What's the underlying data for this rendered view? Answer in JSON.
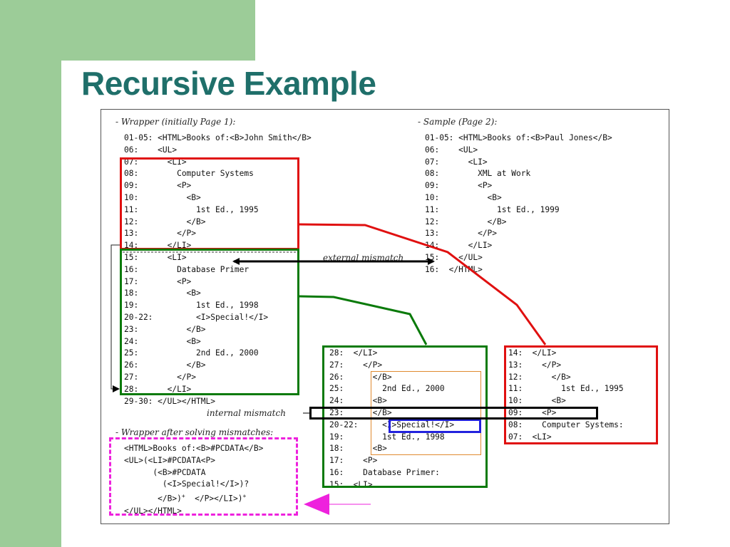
{
  "slide": {
    "title": "Recursive Example",
    "colors": {
      "accent_green": "#9ccc98",
      "title": "#1f6f6a",
      "red": "#e01010",
      "green": "#0a7a0a",
      "magenta": "#ee22dd",
      "blue": "#2222dd",
      "orange": "#e08a30"
    }
  },
  "figure": {
    "wrapper_caption": "- Wrapper (initially Page 1):",
    "sample_caption": "- Sample (Page 2):",
    "wrapper_lines": [
      "01-05: <HTML>Books of:<B>John Smith</B>",
      "06:    <UL>",
      "07:      <LI>",
      "08:        Computer Systems",
      "09:        <P>",
      "10:          <B>",
      "11:            1st Ed., 1995",
      "12:          </B>",
      "13:        </P>",
      "14:      </LI>",
      "15:      <LI>",
      "16:        Database Primer",
      "17:        <P>",
      "18:          <B>",
      "19:            1st Ed., 1998",
      "20-22:         <I>Special!</I>",
      "23:          </B>",
      "24:          <B>",
      "25:            2nd Ed., 2000",
      "26:          </B>",
      "27:        </P>",
      "28:      </LI>",
      "29-30: </UL></HTML>"
    ],
    "sample_lines": [
      "01-05: <HTML>Books of:<B>Paul Jones</B>",
      "06:    <UL>",
      "07:      <LI>",
      "08:        XML at Work",
      "09:        <P>",
      "10:          <B>",
      "11:            1st Ed., 1999",
      "12:          </B>",
      "13:        </P>",
      "14:      </LI>",
      "15:    </UL>",
      "16:  </HTML>"
    ],
    "external_mismatch": "external mismatch",
    "internal_mismatch": "internal mismatch",
    "middle_lines": [
      "28:  </LI>",
      "27:    </P>",
      "26:      </B>",
      "25:        2nd Ed., 2000",
      "24:      <B>",
      "23:      </B>",
      "20-22:     <I>Special!</I>",
      "19:        1st Ed., 1998",
      "18:      <B>",
      "17:    <P>",
      "16:    Database Primer:",
      "15:  <LI>"
    ],
    "right_lines": [
      "14:  </LI>",
      "13:    </P>",
      "12:      </B>",
      "11:        1st Ed., 1995",
      "10:      <B>",
      "09:    <P>",
      "08:    Computer Systems:",
      "07:  <LI>"
    ],
    "after_caption": "- Wrapper after solving mismatches:",
    "solved_lines": [
      "<HTML>Books of:<B>#PCDATA</B>",
      "<UL>(<LI>#PCDATA<P>",
      "      (<B>#PCDATA",
      "        (<I>Special!</I>)?",
      "       </B>)+  </P></LI>)+",
      "</UL></HTML>"
    ]
  }
}
